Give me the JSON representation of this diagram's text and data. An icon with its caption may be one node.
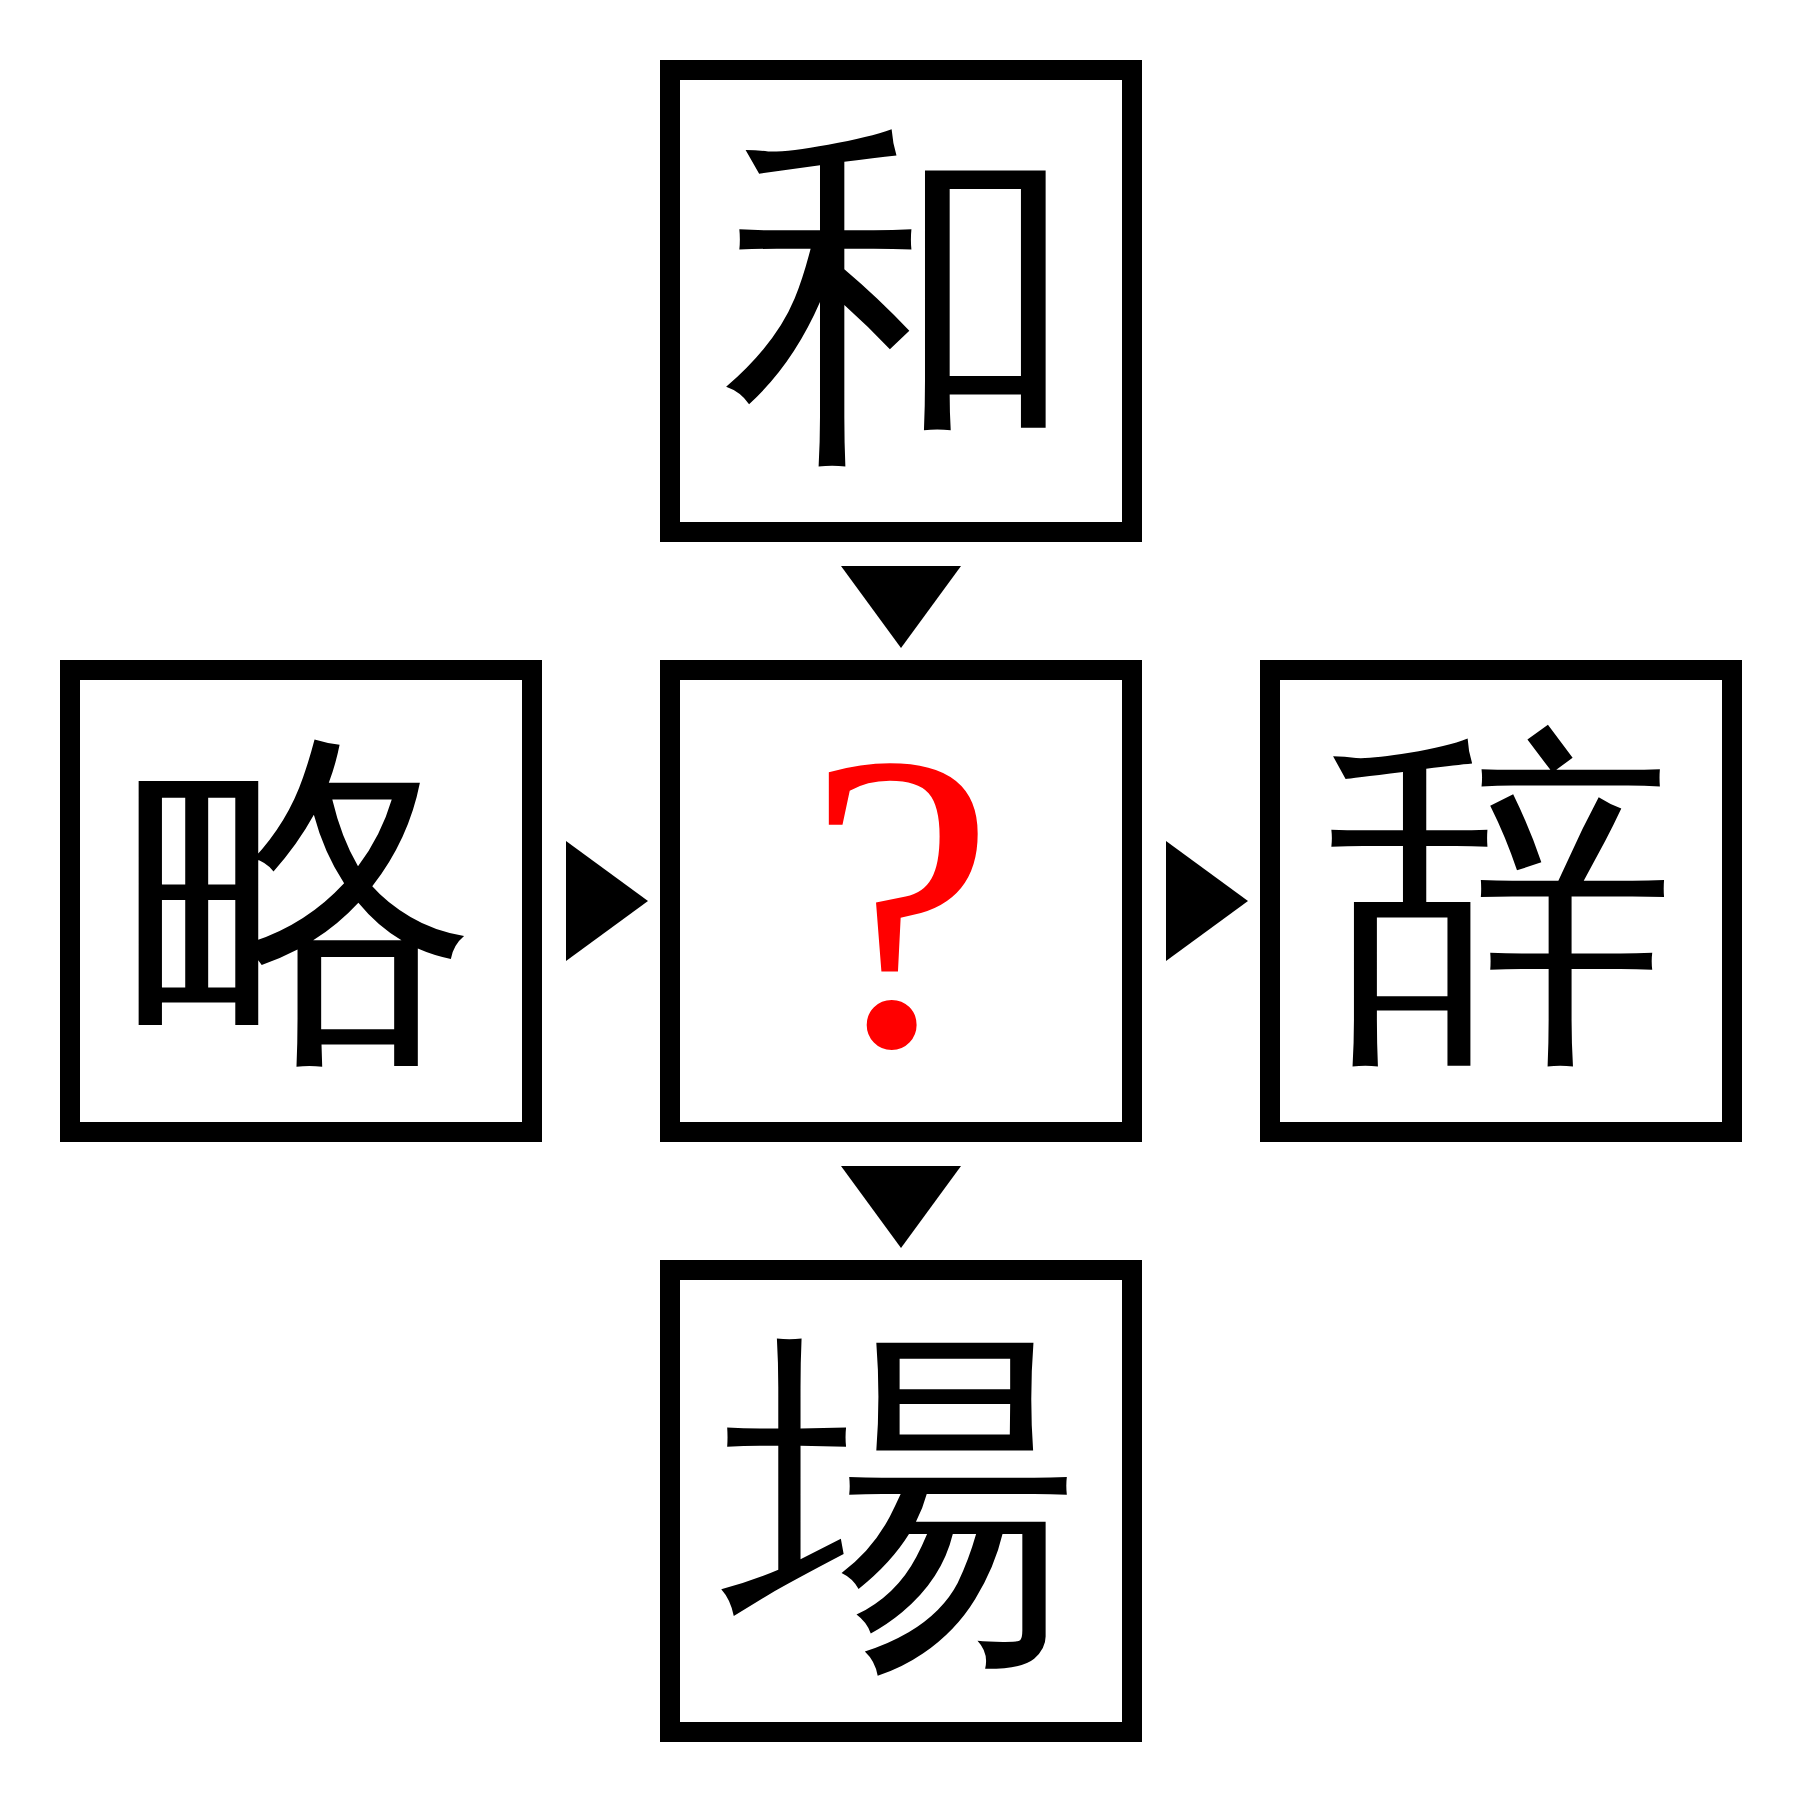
{
  "diagram": {
    "nodes": [
      {
        "text": [
          "和"
        ]
      },
      {
        "text": [
          "略"
        ]
      },
      {
        "text": [
          "?"
        ]
      },
      {
        "text": [
          "辞"
        ]
      },
      {
        "text": [
          "場"
        ]
      }
    ],
    "edges": [
      {
        "from": 0,
        "to": 2,
        "arrow": "to"
      },
      {
        "from": 1,
        "to": 2,
        "arrow": "to"
      },
      {
        "from": 2,
        "to": 3,
        "arrow": "to"
      },
      {
        "from": 2,
        "to": 4,
        "arrow": "to"
      }
    ]
  }
}
